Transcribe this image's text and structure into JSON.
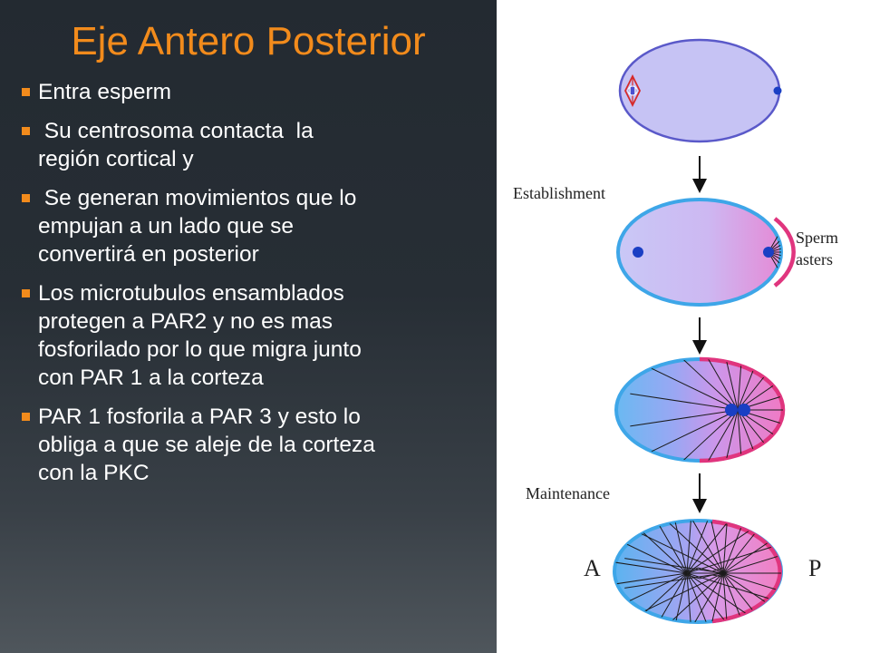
{
  "slide": {
    "title": "Eje Antero Posterior",
    "bullets": [
      {
        "lines": [
          "Entra esperm"
        ]
      },
      {
        "lines": [
          " Su centrosoma contacta  la",
          "región cortical y"
        ]
      },
      {
        "lines": [
          " Se generan movimientos que lo",
          "empujan a un lado que se",
          "convertirá en posterior"
        ]
      },
      {
        "lines": [
          "Los microtubulos ensamblados",
          "protegen a PAR2 y no es mas",
          "fosforilado por lo que migra junto",
          "con PAR 1 a la corteza"
        ]
      },
      {
        "lines": [
          "PAR 1 fosforila a PAR 3 y esto lo",
          "obliga a que se aleje de la corteza",
          "con la PKC"
        ]
      }
    ]
  },
  "diagram": {
    "labels": {
      "establishment": "Establishment",
      "sperm_asters": [
        "Sperm",
        "asters"
      ],
      "maintenance": "Maintenance",
      "anterior": "A",
      "posterior": "P"
    },
    "colors": {
      "accent": "#f28b1c",
      "cytoplasm_lavender": "#c6c3f4",
      "cortex_blue": "#3ea6e8",
      "cortex_magenta": "#e0357e",
      "nucleus": "#1a3fc4",
      "spindle_red": "#d62a2a"
    }
  }
}
